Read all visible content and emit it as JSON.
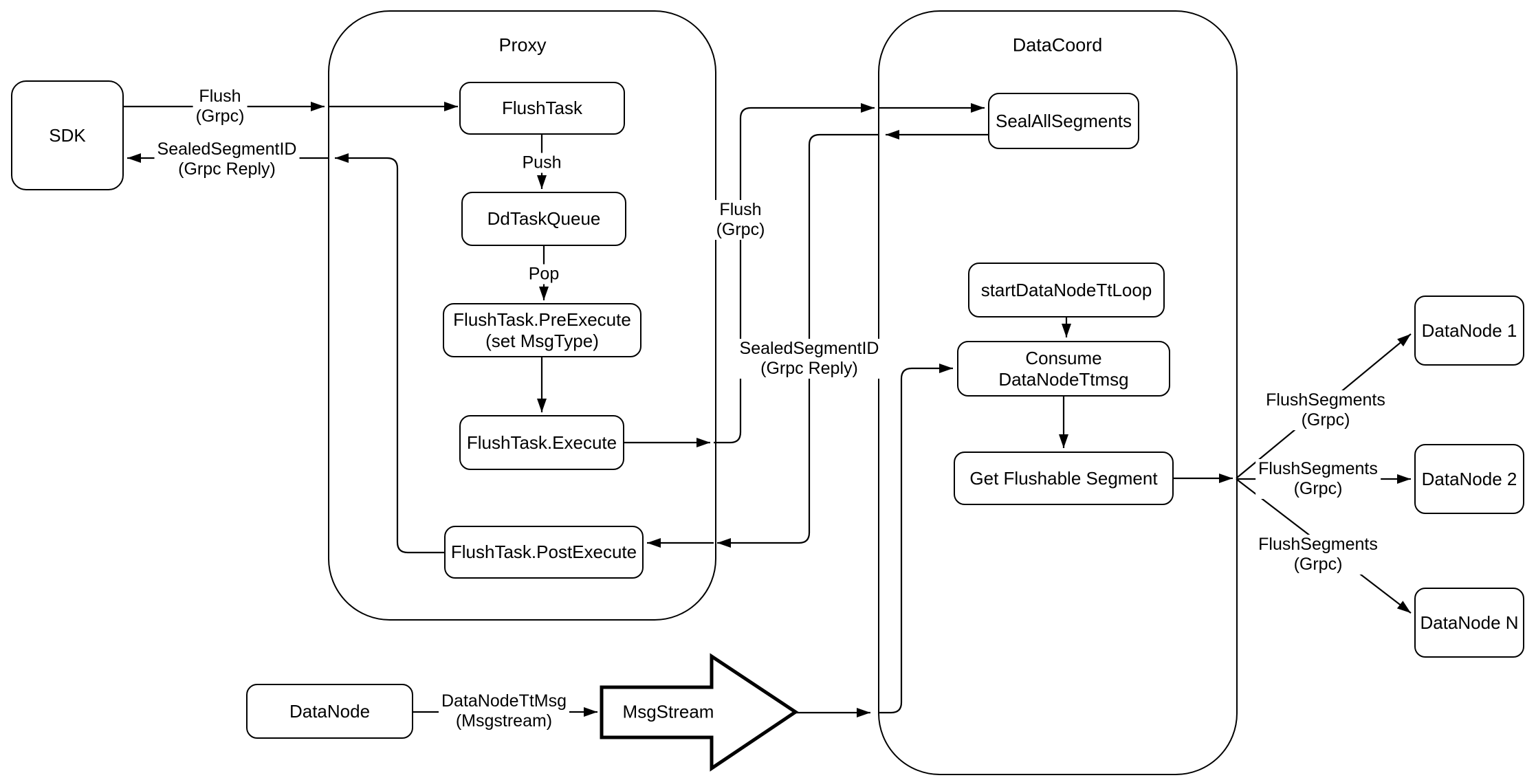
{
  "diagram": {
    "background": "#ffffff",
    "stroke_color": "#000000",
    "containers": {
      "proxy": {
        "title": "Proxy"
      },
      "datacoord": {
        "title": "DataCoord"
      }
    },
    "nodes": {
      "sdk": {
        "label": "SDK"
      },
      "flush_task": {
        "label": "FlushTask"
      },
      "dd_task_queue": {
        "label": "DdTaskQueue"
      },
      "pre_execute": {
        "line1": "FlushTask.PreExecute",
        "line2": "(set MsgType)"
      },
      "execute": {
        "label": "FlushTask.Execute"
      },
      "post_execute": {
        "label": "FlushTask.PostExecute"
      },
      "seal_all_segments": {
        "label": "SealAllSegments"
      },
      "start_datanode_tt_loop": {
        "label": "startDataNodeTtLoop"
      },
      "consume_datanode_ttmsg": {
        "label": "Consume DataNodeTtmsg"
      },
      "get_flushable_segment": {
        "label": "Get Flushable Segment"
      },
      "datanode_1": {
        "label": "DataNode 1"
      },
      "datanode_2": {
        "label": "DataNode 2"
      },
      "datanode_n": {
        "label": "DataNode N"
      },
      "datanode": {
        "label": "DataNode"
      },
      "msgstream": {
        "label": "MsgStream"
      }
    },
    "edge_labels": {
      "flush_sdk": {
        "line1": "Flush",
        "line2": "(Grpc)"
      },
      "sealed_sdk": {
        "line1": "SealedSegmentID",
        "line2": "(Grpc Reply)"
      },
      "push": {
        "label": "Push"
      },
      "pop": {
        "label": "Pop"
      },
      "flush_mid": {
        "line1": "Flush",
        "line2": "(Grpc)"
      },
      "sealed_mid": {
        "line1": "SealedSegmentID",
        "line2": "(Grpc Reply)"
      },
      "flush_segments_1": {
        "line1": "FlushSegments",
        "line2": "(Grpc)"
      },
      "flush_segments_2": {
        "line1": "FlushSegments",
        "line2": "(Grpc)"
      },
      "flush_segments_3": {
        "line1": "FlushSegments",
        "line2": "(Grpc)"
      },
      "datanode_ttmsg": {
        "line1": "DataNodeTtMsg",
        "line2": "(Msgstream)"
      }
    }
  }
}
